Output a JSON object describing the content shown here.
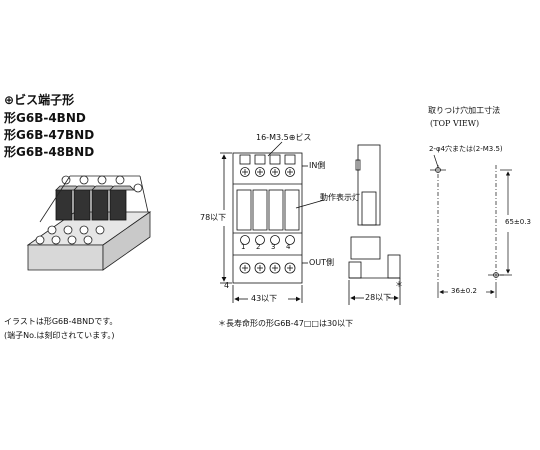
{
  "header": {
    "title": "ビス端子形",
    "models": [
      "形G6B-4BND",
      "形G6B-47BND",
      "形G6B-48BND"
    ]
  },
  "notes": {
    "illustration": "イラストは形G6B-4BNDです。",
    "terminal": "(端子No.は刻印されています。)",
    "long_life": "＊長寿命形の形G6B-47□□は30以下"
  },
  "front_view": {
    "screws_label": "16-M3.5⊕ビス",
    "in_side": "IN側",
    "indicator": "動作表示灯",
    "out_side": "OUT側",
    "height": "78以下",
    "offset": "4",
    "width": "43以下",
    "terminals": [
      "1",
      "2",
      "3",
      "4"
    ]
  },
  "side_view": {
    "depth": "28以下",
    "star": "＊"
  },
  "mounting": {
    "title": "取りつけ穴加工寸法",
    "subtitle": "(TOP VIEW)",
    "holes": "2-φ4穴または(2-M3.5)",
    "vertical": "65±0.3",
    "horizontal": "36±0.2"
  }
}
